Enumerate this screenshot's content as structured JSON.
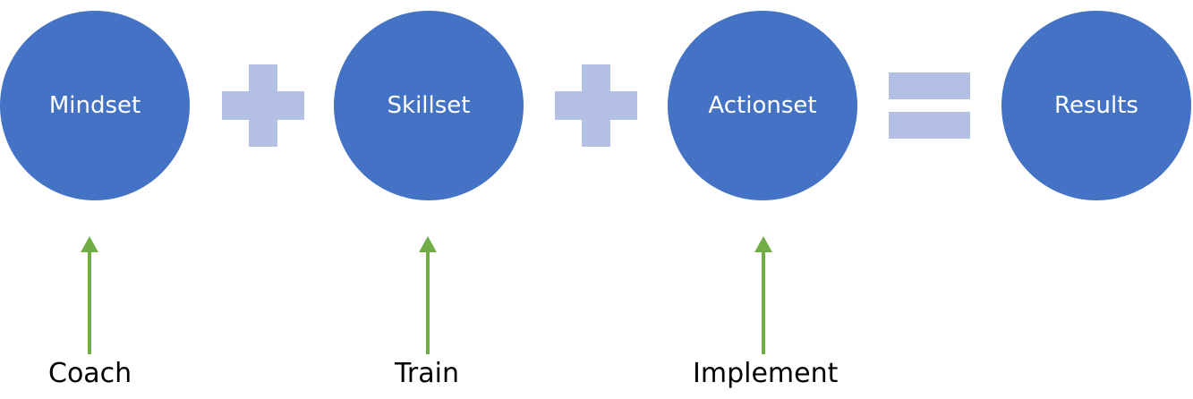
{
  "circles": [
    {
      "label": "Mindset"
    },
    {
      "label": "Skillset"
    },
    {
      "label": "Actionset"
    },
    {
      "label": "Results"
    }
  ],
  "inputs": [
    {
      "label": "Coach"
    },
    {
      "label": "Train"
    },
    {
      "label": "Implement"
    }
  ],
  "colors": {
    "circle_fill": "#4472C4",
    "operator_fill": "#B4C0E3",
    "arrow": "#70AD47",
    "circle_text": "#FFFFFF",
    "label_text": "#000000"
  }
}
